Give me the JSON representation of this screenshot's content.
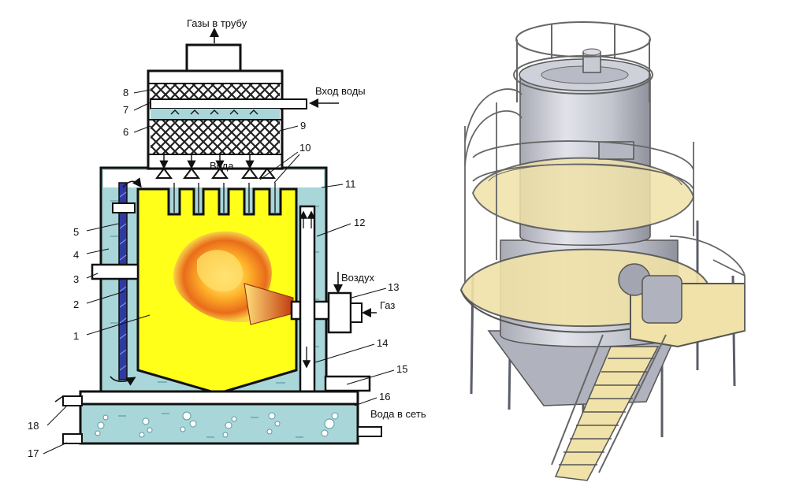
{
  "labels": {
    "gas_out": "Газы в трубу",
    "water_in": "Вход воды",
    "water_mid": "Вода",
    "air": "Воздух",
    "gas": "Газ",
    "water_out": "Вода в сеть"
  },
  "numbers": [
    "1",
    "2",
    "3",
    "4",
    "5",
    "6",
    "7",
    "8",
    "9",
    "10",
    "11",
    "12",
    "13",
    "14",
    "15",
    "16",
    "17",
    "18"
  ],
  "colors": {
    "water": "#a9d6d9",
    "flame_chamber": "#ffff1a",
    "outline": "#111111",
    "packing": "#222222",
    "platform": "#f0e2a8",
    "steel": "#c9cbd4"
  }
}
